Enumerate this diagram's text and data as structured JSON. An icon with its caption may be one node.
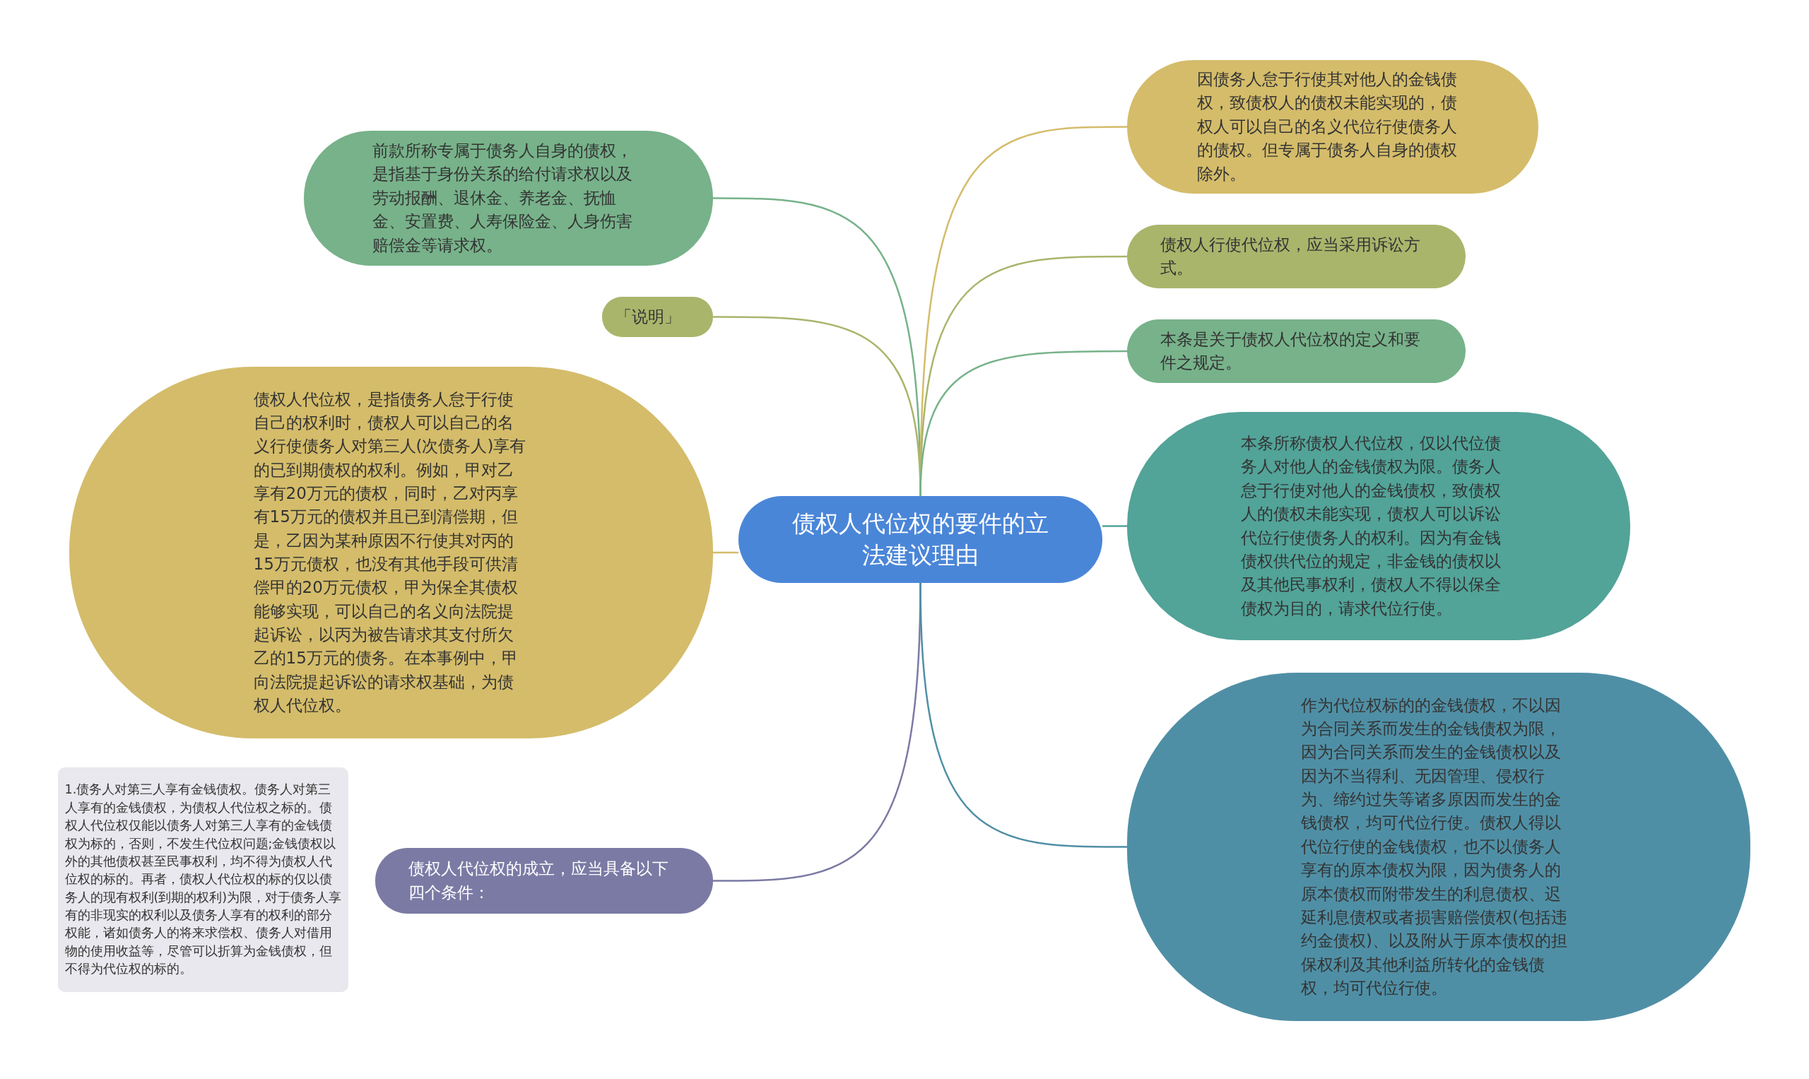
{
  "diagram": {
    "nodes": [
      {
        "text": [
          "债权人代位权的要件的立法建议理由"
        ]
      },
      {
        "text": [
          "前款所称专属于债务人自身的债权，是指基于身份关系的给付请求权以及劳动报酬、退休金、养老金、抚恤金、安置费、人寿保险金、人身伤害赔偿金等请求权。"
        ]
      },
      {
        "text": [
          "「说明」"
        ]
      },
      {
        "text": [
          "债权人代位权，是指债务人怠于行使自己的权利时，债权人可以自己的名义行使债务人对第三人(次债务人)享有的已到期债权的权利。例如，甲对乙享有20万元的债权，同时，乙对丙享有15万元的债权并且已到清偿期，但是，乙因为某种原因不行使其对丙的15万元债权，也没有其他手段可供清偿甲的20万元债权，甲为保全其债权能够实现，可以自己的名义向法院提起诉讼，以丙为被告请求其支付所欠乙的15万元的债务。在本事例中，甲向法院提起诉讼的请求权基础，为债权人代位权。"
        ]
      },
      {
        "text": [
          "债权人代位权的成立，应当具备以下四个条件："
        ]
      },
      {
        "text": [
          "1.债务人对第三人享有金钱债权。债务人对第三人享有的金钱债权，为债权人代位权之标的。债权人代位权仅能以债务人对第三人享有的金钱债权为标的，否则，不发生代位权问题;金钱债权以外的其他债权甚至民事权利，均不得为债权人代位权的标的。再者，债权人代位权的标的仅以债务人的现有权利(到期的权利)为限，对于债务人享有的非现实的权利以及债务人享有的权利的部分权能，诸如债务人的将来求偿权、债务人对借用物的使用收益等，尽管可以折算为金钱债权，但不得为代位权的标的。"
        ]
      },
      {
        "text": [
          "因债务人怠于行使其对他人的金钱债权，致债权人的债权未能实现的，债权人可以自己的名义代位行使债务人的债权。但专属于债务人自身的债权除外。"
        ]
      },
      {
        "text": [
          "债权人行使代位权，应当采用诉讼方式。"
        ]
      },
      {
        "text": [
          "本条是关于债权人代位权的定义和要件之规定。"
        ]
      },
      {
        "text": [
          "本条所称债权人代位权，仅以代位债务人对他人的金钱债权为限。债务人怠于行使对他人的金钱债权，致债权人的债权未能实现，债权人可以诉讼代位行使债务人的权利。因为有金钱债权供代位的规定，非金钱的债权以及其他民事权利，债权人不得以保全债权为目的，请求代位行使。"
        ]
      },
      {
        "text": [
          "作为代位权标的的金钱债权，不以因为合同关系而发生的金钱债权为限，因为合同关系而发生的金钱债权以及因为不当得利、无因管理、侵权行为、缔约过失等诸多原因而发生的金钱债权，均可代位行使。债权人得以代位行使的金钱债权，也不以债务人享有的原本债权为限，因为债务人的原本债权而附带发生的利息债权、迟延利息债权或者损害赔偿债权(包括违约金债权)、以及附从于原本债权的担保权利及其他利益所转化的金钱债权，均可代位行使。"
        ]
      }
    ],
    "edges": [
      {
        "from": 0,
        "to": 1,
        "arrow": "none",
        "color": "#77b28a"
      },
      {
        "from": 0,
        "to": 2,
        "arrow": "none",
        "color": "#a9b56b"
      },
      {
        "from": 0,
        "to": 3,
        "arrow": "none",
        "color": "#d4bc6a"
      },
      {
        "from": 0,
        "to": 4,
        "arrow": "none",
        "color": "#7b7aa5"
      },
      {
        "from": 0,
        "to": 6,
        "arrow": "none",
        "color": "#d4bc6a"
      },
      {
        "from": 0,
        "to": 7,
        "arrow": "none",
        "color": "#a9b56b"
      },
      {
        "from": 0,
        "to": 8,
        "arrow": "none",
        "color": "#77b28a"
      },
      {
        "from": 0,
        "to": 9,
        "arrow": "none",
        "color": "#52a398"
      },
      {
        "from": 0,
        "to": 10,
        "arrow": "none",
        "color": "#4f8fa5"
      }
    ]
  }
}
